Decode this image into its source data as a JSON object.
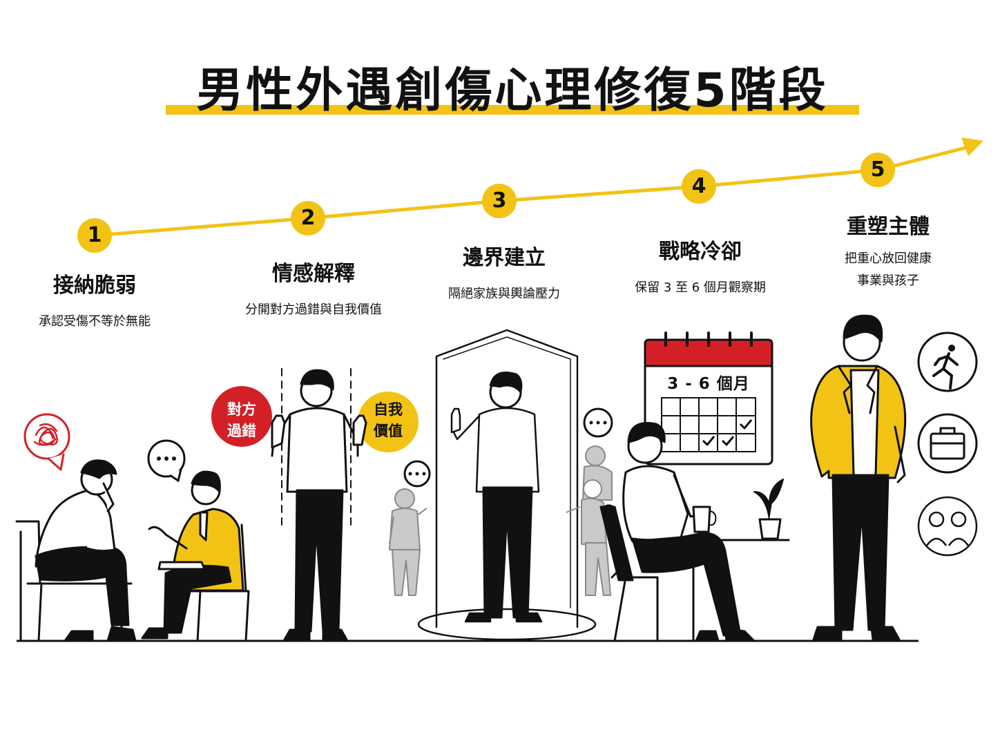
{
  "title": "男性外遇創傷心理修復5階段",
  "stages": [
    {
      "number": "1",
      "title": "接納脆弱",
      "desc": "承認受傷不等於無能"
    },
    {
      "number": "2",
      "title": "情感解釋",
      "desc": "分開對方過錯與自我價值"
    },
    {
      "number": "3",
      "title": "邊界建立",
      "desc": "隔絕家族與輿論壓力"
    },
    {
      "number": "4",
      "title": "戰略冷卻",
      "desc": "保留 3 至 6 個月觀察期"
    },
    {
      "number": "5",
      "title": "重塑主體",
      "desc_lines": [
        "把重心放回健康",
        "事業與孩子"
      ]
    }
  ],
  "bubbles": {
    "other_fault_lines": [
      "對方",
      "過錯"
    ],
    "self_worth_lines": [
      "自我",
      "價值"
    ]
  },
  "calendar": {
    "label": "3 - 6 個月"
  },
  "icons": [
    "tangled-thought-icon",
    "speech-dots-icon",
    "calendar-icon",
    "running-person-icon",
    "briefcase-icon",
    "children-icon",
    "plant-icon",
    "coffee-mug-icon"
  ],
  "colors": {
    "accent": "#f2c314",
    "red": "#d32027",
    "ink": "#111111",
    "grey": "#bdbdbd"
  }
}
